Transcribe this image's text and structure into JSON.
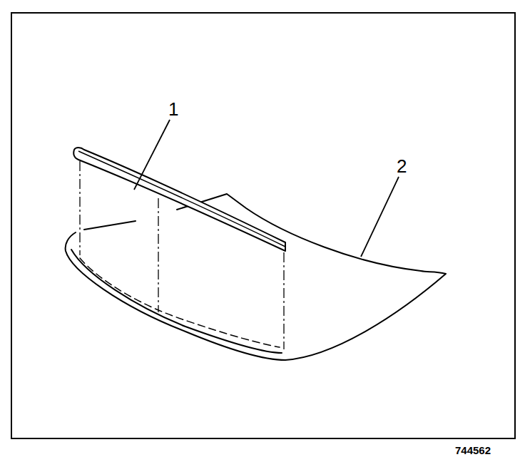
{
  "diagram": {
    "labels": [
      "1",
      "2",
      "744562"
    ]
  }
}
